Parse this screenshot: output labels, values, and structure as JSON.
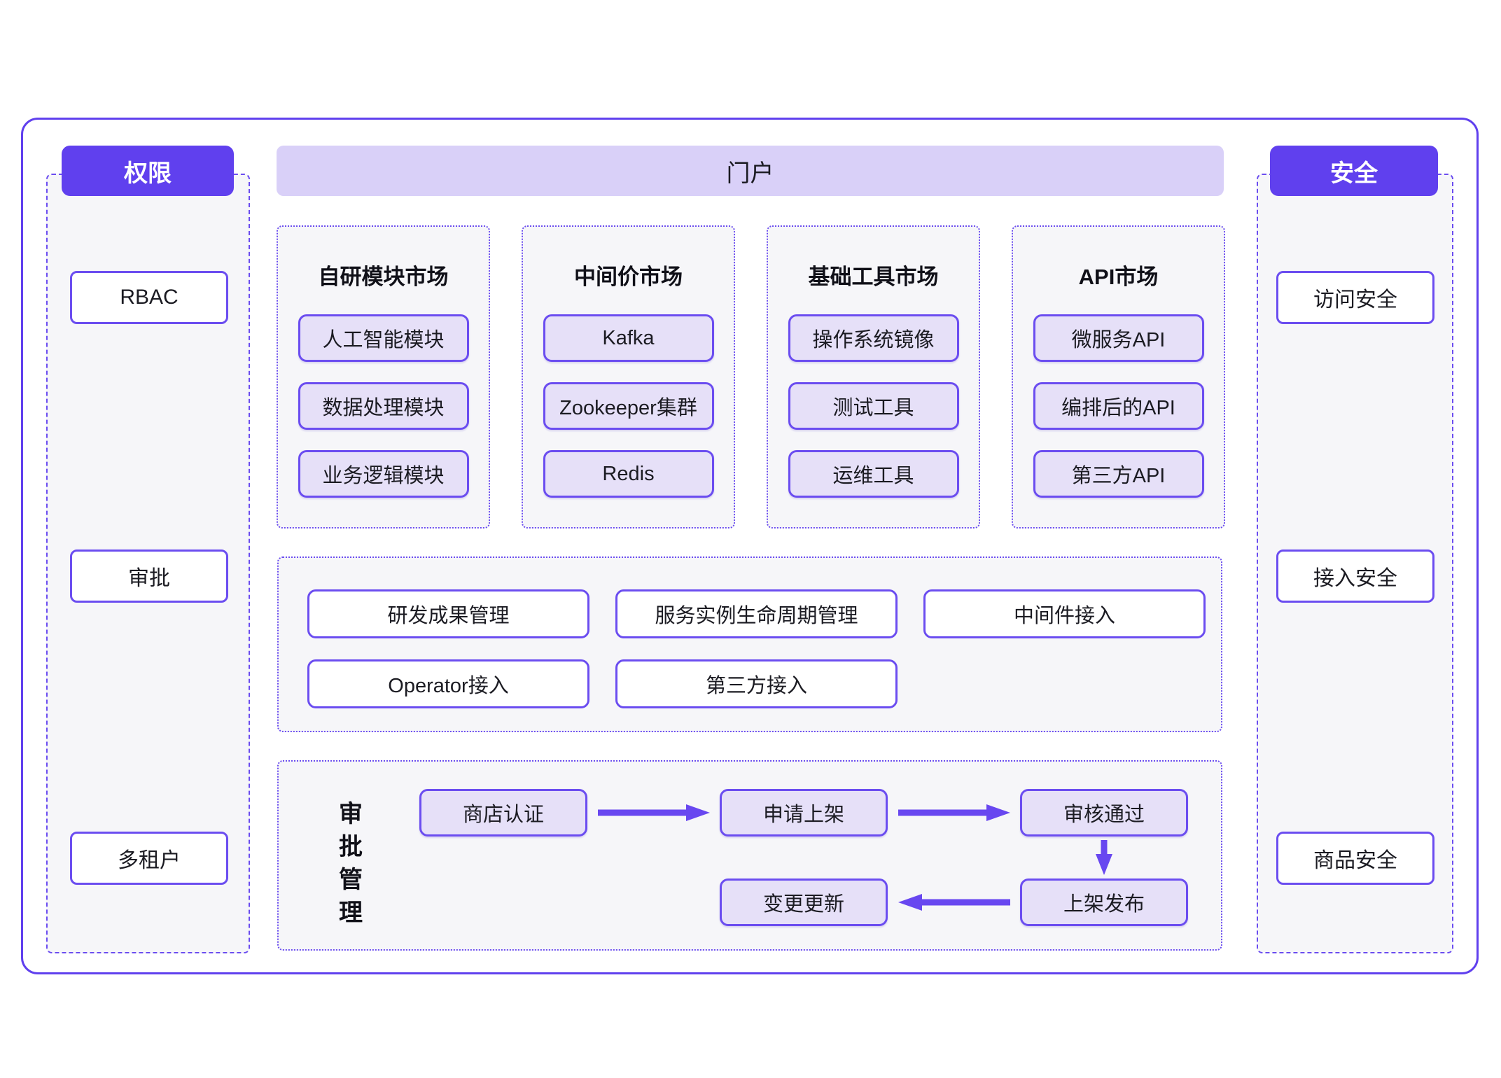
{
  "colors": {
    "accent": "#6b4df0",
    "deep": "#6040ee",
    "portal-bg": "#d9d0f8",
    "pill-bg": "#e6e0f8",
    "panel-bg": "#f6f6f9",
    "ink": "#1b1b22"
  },
  "left_panel": {
    "header": "权限",
    "items": [
      "RBAC",
      "审批",
      "多租户"
    ]
  },
  "portal": {
    "header": "门户"
  },
  "markets": [
    {
      "title": "自研模块市场",
      "items": [
        "人工智能模块",
        "数据处理模块",
        "业务逻辑模块"
      ]
    },
    {
      "title": "中间价市场",
      "items": [
        "Kafka",
        "Zookeeper集群",
        "Redis"
      ]
    },
    {
      "title": "基础工具市场",
      "items": [
        "操作系统镜像",
        "测试工具",
        "运维工具"
      ]
    },
    {
      "title": "API市场",
      "items": [
        "微服务API",
        "编排后的API",
        "第三方API"
      ]
    }
  ],
  "management": {
    "row1": [
      "研发成果管理",
      "服务实例生命周期管理",
      "中间件接入"
    ],
    "row2": [
      "Operator接入",
      "第三方接入"
    ]
  },
  "approval": {
    "label": "审批管理",
    "flow_row1": [
      "商店认证",
      "申请上架",
      "审核通过"
    ],
    "row2_update": "变更更新",
    "row2_publish": "上架发布"
  },
  "right_panel": {
    "header": "安全",
    "items": [
      "访问安全",
      "接入安全",
      "商品安全"
    ]
  }
}
